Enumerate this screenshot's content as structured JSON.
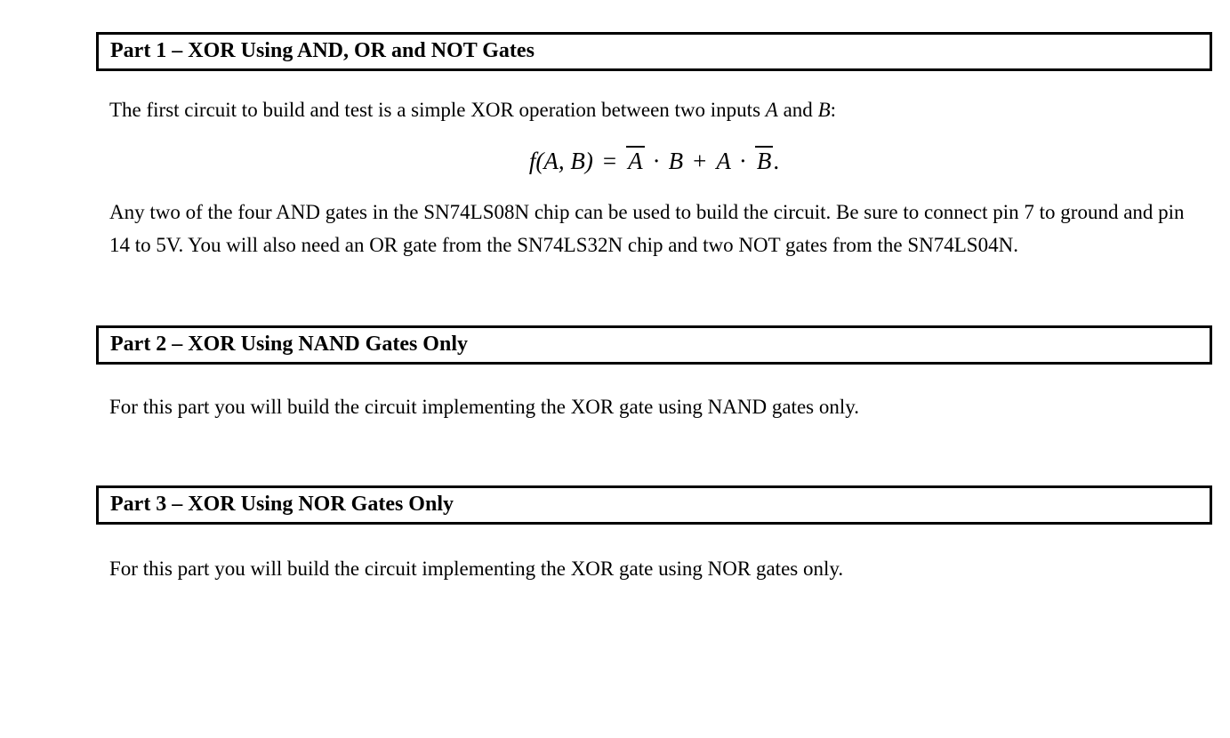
{
  "document": {
    "part1": {
      "heading": "Part 1 – XOR Using AND, OR and NOT Gates",
      "intro": {
        "text_before": "The first circuit to build and test is a simple XOR operation between two inputs ",
        "var_a": "A",
        "text_and": " and ",
        "var_b": "B",
        "text_colon": ":"
      },
      "formula": {
        "lhs": "f(A, B)",
        "equals": "=",
        "a_bar": "A",
        "dot1": "·",
        "b": "B",
        "plus": "+",
        "a": "A",
        "dot2": "·",
        "b_bar": "B",
        "period": "."
      },
      "body": "Any two of the four AND gates in the SN74LS08N chip can be used to build the circuit. Be sure to connect pin 7 to ground and pin 14 to 5V. You will also need an OR gate from the SN74LS32N chip and two NOT gates from the SN74LS04N."
    },
    "part2": {
      "heading": "Part 2 – XOR Using NAND Gates Only",
      "body": "For this part you will build the circuit implementing the XOR gate using NAND gates only."
    },
    "part3": {
      "heading": "Part 3 – XOR Using NOR Gates Only",
      "body": "For this part you will build the circuit implementing the XOR gate using NOR gates only."
    },
    "colors": {
      "text": "#000000",
      "background": "#ffffff",
      "border": "#000000"
    }
  }
}
